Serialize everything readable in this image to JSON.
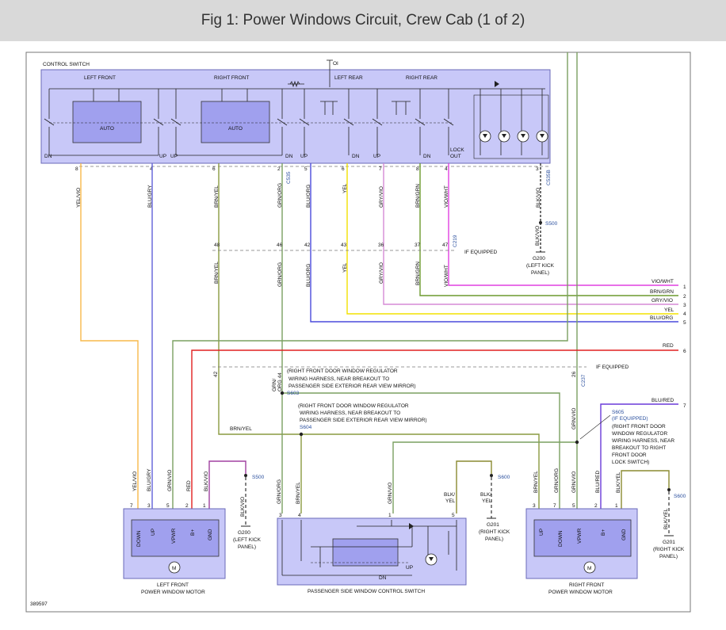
{
  "header": {
    "title": "Fig 1: Power Windows Circuit, Crew Cab (1 of 2)"
  },
  "figure_id": "389597",
  "control_switch": {
    "title": "CONTROL SWITCH",
    "sections": [
      "LEFT FRONT",
      "RIGHT FRONT",
      "LEFT REAR",
      "RIGHT REAR"
    ],
    "auto": "AUTO",
    "top_connector": "OI",
    "labels": {
      "dn": "DN",
      "up": "UP",
      "lock": "LOCK",
      "out": "OUT"
    },
    "pins": [
      "8",
      "4",
      "6",
      "2",
      "5",
      "6",
      "7",
      "8",
      "4",
      "3"
    ],
    "connectors": [
      "C535",
      "C535B"
    ]
  },
  "wires_top": [
    "YEL/VIO",
    "BLU/GRY",
    "BRN/YEL",
    "GRN/ORG",
    "BLU/ORG",
    "YEL",
    "GRY/VIO",
    "BRN/GRN",
    "VIO/WHT",
    "BLK/VIO"
  ],
  "mid_connector": {
    "pins": [
      "48",
      "46",
      "42",
      "43",
      "36",
      "37",
      "47"
    ],
    "name": "C219",
    "note": "IF EQUIPPED"
  },
  "wires_mid": [
    "BRN/YEL",
    "GRN/ORG",
    "BLU/ORG",
    "YEL",
    "GRY/VIO",
    "BRN/GRN",
    "VIO/WHT"
  ],
  "outputs": [
    {
      "label": "VIO/WHT",
      "num": "1",
      "color": "#e040e0"
    },
    {
      "label": "BRN/GRN",
      "num": "2",
      "color": "#6b9a2e"
    },
    {
      "label": "GRY/VIO",
      "num": "3",
      "color": "#d58ad5"
    },
    {
      "label": "YEL",
      "num": "4",
      "color": "#f2e200"
    },
    {
      "label": "BLU/ORG",
      "num": "5",
      "color": "#4a4adb"
    },
    {
      "label": "RED",
      "num": "6",
      "color": "#e02020"
    },
    {
      "label": "BLU/RED",
      "num": "7",
      "color": "#6a3ad8"
    }
  ],
  "splices": {
    "s500_top": "S500",
    "g200_top": [
      "G200",
      "(LEFT KICK",
      "PANEL)"
    ],
    "lower_connector": {
      "pins": [
        "42",
        "26"
      ],
      "name": "C237",
      "note": "IF EQUIPPED"
    },
    "s603": "S603",
    "s603_pin": [
      "GRN/",
      "ORG 44"
    ],
    "s603_note": [
      "(RIGHT FRONT DOOR WINDOW REGULATOR",
      "WIRING HARNESS, NEAR BREAKOUT TO",
      "PASSENGER SIDE EXTERIOR REAR VIEW MIRROR)"
    ],
    "s604": "S604",
    "s604_note": [
      "(RIGHT FRONT DOOR WINDOW REGULATOR",
      "WIRING HARNESS, NEAR BREAKOUT TO",
      "PASSENGER SIDE EXTERIOR REAR VIEW MIRROR)"
    ],
    "s605": [
      "S605",
      "(IF EQUIPPED)"
    ],
    "s605_note": [
      "(RIGHT FRONT DOOR",
      "WINDOW REGULATOR",
      "WIRING HARNESS, NEAR",
      "BREAKOUT TO RIGHT",
      "FRONT DOOR",
      "LOCK SWITCH)"
    ],
    "s500_bottom": "S500",
    "g200_bottom": [
      "G200",
      "(LEFT KICK",
      "PANEL)"
    ],
    "s600_mid": "S600",
    "g201_mid": [
      "G201",
      "(RIGHT KICK",
      "PANEL)"
    ],
    "s600_right": "S600",
    "g201_right": [
      "G201",
      "(RIGHT KICK",
      "PANEL)"
    ]
  },
  "left_motor": {
    "name": [
      "LEFT FRONT",
      "POWER WINDOW MOTOR"
    ],
    "pins": [
      "7",
      "3",
      "5",
      "2",
      "1"
    ],
    "wires": [
      "YEL/VIO",
      "BLU/GRY",
      "GRN/VIO",
      "RED",
      "BLK/VIO"
    ],
    "terms": [
      "DOWN",
      "UP",
      "VPWR",
      "B+",
      "GND"
    ],
    "motor": "M"
  },
  "passenger_switch": {
    "name": "PASSENGER SIDE WINDOW CONTROL SWITCH",
    "pins": [
      "3",
      "4",
      "1",
      "5"
    ],
    "wires": [
      "GRN/ORG",
      "BRN/YEL",
      "GRN/VIO",
      "BLK/YEL"
    ],
    "dn": "DN",
    "up": "UP",
    "ground_wire": [
      "BLK/",
      "YEL"
    ]
  },
  "right_motor": {
    "name": [
      "RIGHT FRONT",
      "POWER WINDOW MOTOR"
    ],
    "pins": [
      "3",
      "7",
      "5",
      "2",
      "1"
    ],
    "wires": [
      "BRN/YEL",
      "GRN/ORG",
      "GRN/VIO",
      "BLU/RED",
      "BLK/YEL"
    ],
    "terms": [
      "UP",
      "DOWN",
      "VPWR",
      "B+",
      "GND"
    ],
    "motor": "M"
  },
  "misc_labels": {
    "brn_yel_run": "BRN/YEL",
    "grn_vio_s605": "GRN/VIO",
    "blk_vio_g200": "BLK/VIO",
    "blk_yel_g201": "BLK/YEL"
  }
}
